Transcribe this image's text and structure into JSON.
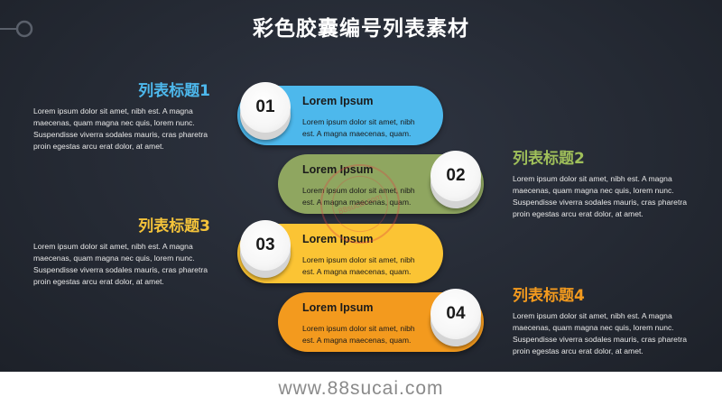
{
  "title": "彩色胶囊编号列表素材",
  "items": [
    {
      "number": "01",
      "heading": "列表标题1",
      "color": "#4db8ec",
      "heading_color": "#4db8ec",
      "capsule_title": "Lorem Ipsum",
      "capsule_body": "Lorem ipsum dolor sit amet, nibh est. A magna maecenas, quam.",
      "side_body": "Lorem ipsum dolor sit amet, nibh est. A magna maecenas, quam magna nec quis, lorem nunc. Suspendisse viverra sodales mauris, cras pharetra proin egestas arcu erat dolor, at amet."
    },
    {
      "number": "02",
      "heading": "列表标题2",
      "color": "#8fa660",
      "heading_color": "#9fbf5a",
      "capsule_title": "Lorem Ipsum",
      "capsule_body": "Lorem ipsum dolor sit amet, nibh est. A magna maecenas, quam.",
      "side_body": "Lorem ipsum dolor sit amet, nibh est. A magna maecenas, quam magna nec quis, lorem nunc. Suspendisse viverra sodales mauris, cras pharetra proin egestas arcu erat dolor, at amet."
    },
    {
      "number": "03",
      "heading": "列表标题3",
      "color": "#fbc434",
      "heading_color": "#f4c33a",
      "capsule_title": "Lorem Ipsum",
      "capsule_body": "Lorem ipsum dolor sit amet, nibh est. A magna maecenas, quam.",
      "side_body": "Lorem ipsum dolor sit amet, nibh est. A magna maecenas, quam magna nec quis, lorem nunc. Suspendisse viverra sodales mauris, cras pharetra proin egestas arcu erat dolor, at amet."
    },
    {
      "number": "04",
      "heading": "列表标题4",
      "color": "#f39a1e",
      "heading_color": "#f39a1e",
      "capsule_title": "Lorem Ipsum",
      "capsule_body": "Lorem ipsum dolor sit amet, nibh est. A magna maecenas, quam.",
      "side_body": "Lorem ipsum dolor sit amet, nibh est. A magna maecenas, quam magna nec quis, lorem nunc. Suspendisse viverra sodales mauris, cras pharetra proin egestas arcu erat dolor, at amet."
    }
  ],
  "footer": "www.88sucai.com",
  "watermark": "88sucai.com"
}
